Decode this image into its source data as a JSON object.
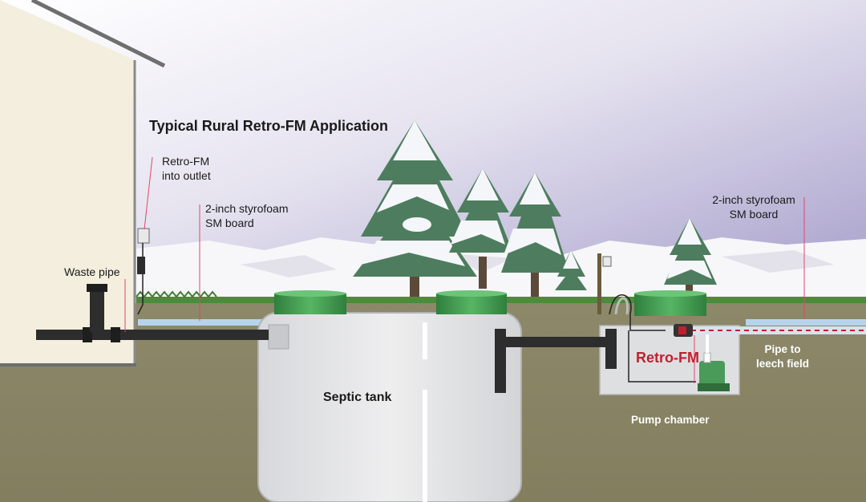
{
  "title": "Typical Rural Retro-FM Application",
  "labels": {
    "retro_fm_outlet": [
      "Retro-FM",
      "into outlet"
    ],
    "styrofoam_left": [
      "2-inch styrofoam",
      "SM board"
    ],
    "styrofoam_right": [
      "2-inch styrofoam",
      "SM board"
    ],
    "waste_pipe": "Waste pipe",
    "septic_tank": "Septic tank",
    "retro_fm_product": "Retro-FM",
    "pipe_to_leech_field": [
      "Pipe to",
      "leech field"
    ],
    "pump_chamber": "Pump chamber"
  },
  "colors": {
    "sky_top": "#a9a1cc",
    "sky_bottom": "#f4f3f8",
    "soil": "#8e8a6a",
    "tank_fill": "#e3e4e6",
    "lid_green": "#3e9a4e",
    "pipe_dark": "#2d2d2d",
    "brand_red": "#c21f2e",
    "insulation_blue": "#b7d3ec"
  }
}
